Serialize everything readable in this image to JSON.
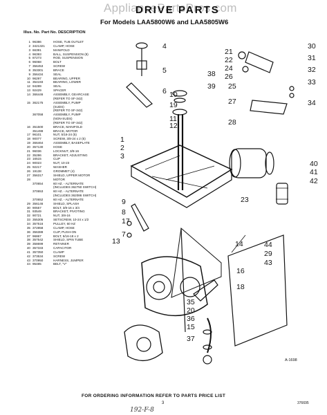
{
  "watermark": "AppliancePartsPros.com",
  "title": "DRIVE PARTS",
  "subtitle": "For Models LAA5800W6 and LAA5805W6",
  "columns": {
    "illus": "Illus. No.",
    "part": "Part No.",
    "desc": "DESCRIPTION"
  },
  "parts": [
    {
      "i": "1",
      "p": "96386",
      "d": "HOSE, TUB OUTLET"
    },
    {
      "i": "2",
      "p": "3421321",
      "d": "CLAMP, HOSE"
    },
    {
      "i": "3",
      "p": "66391",
      "d": "MANIFOLD"
    },
    {
      "i": "4",
      "p": "96393",
      "d": "BALL, SUSPENSION (8)"
    },
    {
      "i": "5",
      "p": "87273",
      "d": "ROD, SUSPENSION"
    },
    {
      "i": "6",
      "p": "96068",
      "d": "BOLT"
    },
    {
      "i": "7",
      "p": "356453",
      "d": "SCREW"
    },
    {
      "i": "8",
      "p": "353301",
      "d": "BRACE"
    },
    {
      "i": "9",
      "p": "356434",
      "d": "SEAL"
    },
    {
      "i": "10",
      "p": "96297",
      "d": "BEARING, UPPER"
    },
    {
      "i": "11",
      "p": "354193",
      "d": "BEARING, LOWER"
    },
    {
      "i": "12",
      "p": "94289",
      "d": "SEAL"
    },
    {
      "i": "13",
      "p": "92429",
      "d": "SPACER"
    },
    {
      "i": "14",
      "p": "366446",
      "d": "ASSEMBLY, GEARCASE"
    },
    {
      "i": "",
      "p": "",
      "d": "(REFER TO SF-342)"
    },
    {
      "i": "15",
      "p": "362175",
      "d": "ASSEMBLY, PUMP"
    },
    {
      "i": "",
      "p": "",
      "d": "(SUDS)"
    },
    {
      "i": "",
      "p": "",
      "d": "(REFER TO SF-342)"
    },
    {
      "i": "",
      "p": "367058",
      "d": "ASSEMBLY, PUMP"
    },
    {
      "i": "",
      "p": "",
      "d": "(NON-SUDS)"
    },
    {
      "i": "",
      "p": "",
      "d": "(REFER TO SF-342)"
    },
    {
      "i": "16",
      "p": "351500",
      "d": "BRACE, MANIFOLD"
    },
    {
      "i": "",
      "p": "351499",
      "d": "BRACE, MOTOR"
    },
    {
      "i": "17",
      "p": "96101",
      "d": "NUT, 5/16-24 (5)"
    },
    {
      "i": "18",
      "p": "90077",
      "d": "SCREW, 3/8-24 x 2 (5)"
    },
    {
      "i": "19",
      "p": "366464",
      "d": "ASSEMBLY, BASEPLATE"
    },
    {
      "i": "20",
      "p": "357130",
      "d": "HOSE"
    },
    {
      "i": "21",
      "p": "96036",
      "d": "LOCKNUT, 3/8-16"
    },
    {
      "i": "22",
      "p": "35286",
      "d": "BRACKET, ADJUSTING"
    },
    {
      "i": "23",
      "p": "16515",
      "d": "CLIP"
    },
    {
      "i": "24",
      "p": "90023",
      "d": "NUT, 10-23"
    },
    {
      "i": "25",
      "p": "92217",
      "d": "WASHER"
    },
    {
      "i": "26",
      "p": "19138",
      "d": "GROMMET (4)"
    },
    {
      "i": "27",
      "p": "356317",
      "d": "SHIELD, UPPER MOTOR"
    },
    {
      "i": "28",
      "p": "",
      "d": "MOTOR"
    },
    {
      "i": "",
      "p": "370654",
      "d": "60 HZ. - ALTERNATE"
    },
    {
      "i": "",
      "p": "",
      "d": "(INCLUDES 362750 SWITCH)"
    },
    {
      "i": "",
      "p": "370653",
      "d": "60 HZ. - ALTERNATE"
    },
    {
      "i": "",
      "p": "",
      "d": "(INCLUDES 362086 SWITCH)"
    },
    {
      "i": "",
      "p": "370652",
      "d": "60 HZ. - ALTERNATE"
    },
    {
      "i": "29",
      "p": "356146",
      "d": "SHIELD, SPLASH"
    },
    {
      "i": "30",
      "p": "90557",
      "d": "BOLT, 3/8-16 x 3/4"
    },
    {
      "i": "31",
      "p": "93549",
      "d": "BRACKET, PIVOTING"
    },
    {
      "i": "32",
      "p": "90721",
      "d": "NUT, 3/8-16"
    },
    {
      "i": "33",
      "p": "355305",
      "d": "SETSCREW, 10-24 x 1/2"
    },
    {
      "i": "34",
      "p": "357516",
      "d": "PULLEY, 60 HZ"
    },
    {
      "i": "35",
      "p": "372858",
      "d": "CLAMP, HOSE"
    },
    {
      "i": "36",
      "p": "356388",
      "d": "CLIP, PUSH-ON"
    },
    {
      "i": "37",
      "p": "96867",
      "d": "BOLT, 5/16-18 x 2"
    },
    {
      "i": "38",
      "p": "357542",
      "d": "SHIELD, SPIN TUBE"
    },
    {
      "i": "39",
      "p": "358699",
      "d": "RETAINER"
    },
    {
      "i": "40",
      "p": "357333",
      "d": "CAPACITOR"
    },
    {
      "i": "41",
      "p": "357350",
      "d": "CLAMP"
    },
    {
      "i": "42",
      "p": "373534",
      "d": "SCREW"
    },
    {
      "i": "43",
      "p": "370950",
      "d": "HARNESS, JUMPER"
    },
    {
      "i": "44",
      "p": "95485",
      "d": "BELT, \"V\""
    }
  ],
  "callouts": [
    "4",
    "5",
    "6",
    "38",
    "39",
    "10",
    "19",
    "11",
    "12",
    "1",
    "2",
    "3",
    "21",
    "22",
    "24",
    "26",
    "30",
    "31",
    "32",
    "25",
    "33",
    "27",
    "34",
    "28",
    "40",
    "41",
    "42",
    "23",
    "9",
    "8",
    "17",
    "7",
    "13",
    "14",
    "44",
    "29",
    "43",
    "16",
    "18",
    "35",
    "20",
    "36",
    "15",
    "37"
  ],
  "figure_code": "A-1698",
  "footer": "FOR ORDERING INFORMATION REFER TO PARTS PRICE LIST",
  "page_number": "3",
  "doc_code": "376695",
  "handwritten": "192-F-8"
}
